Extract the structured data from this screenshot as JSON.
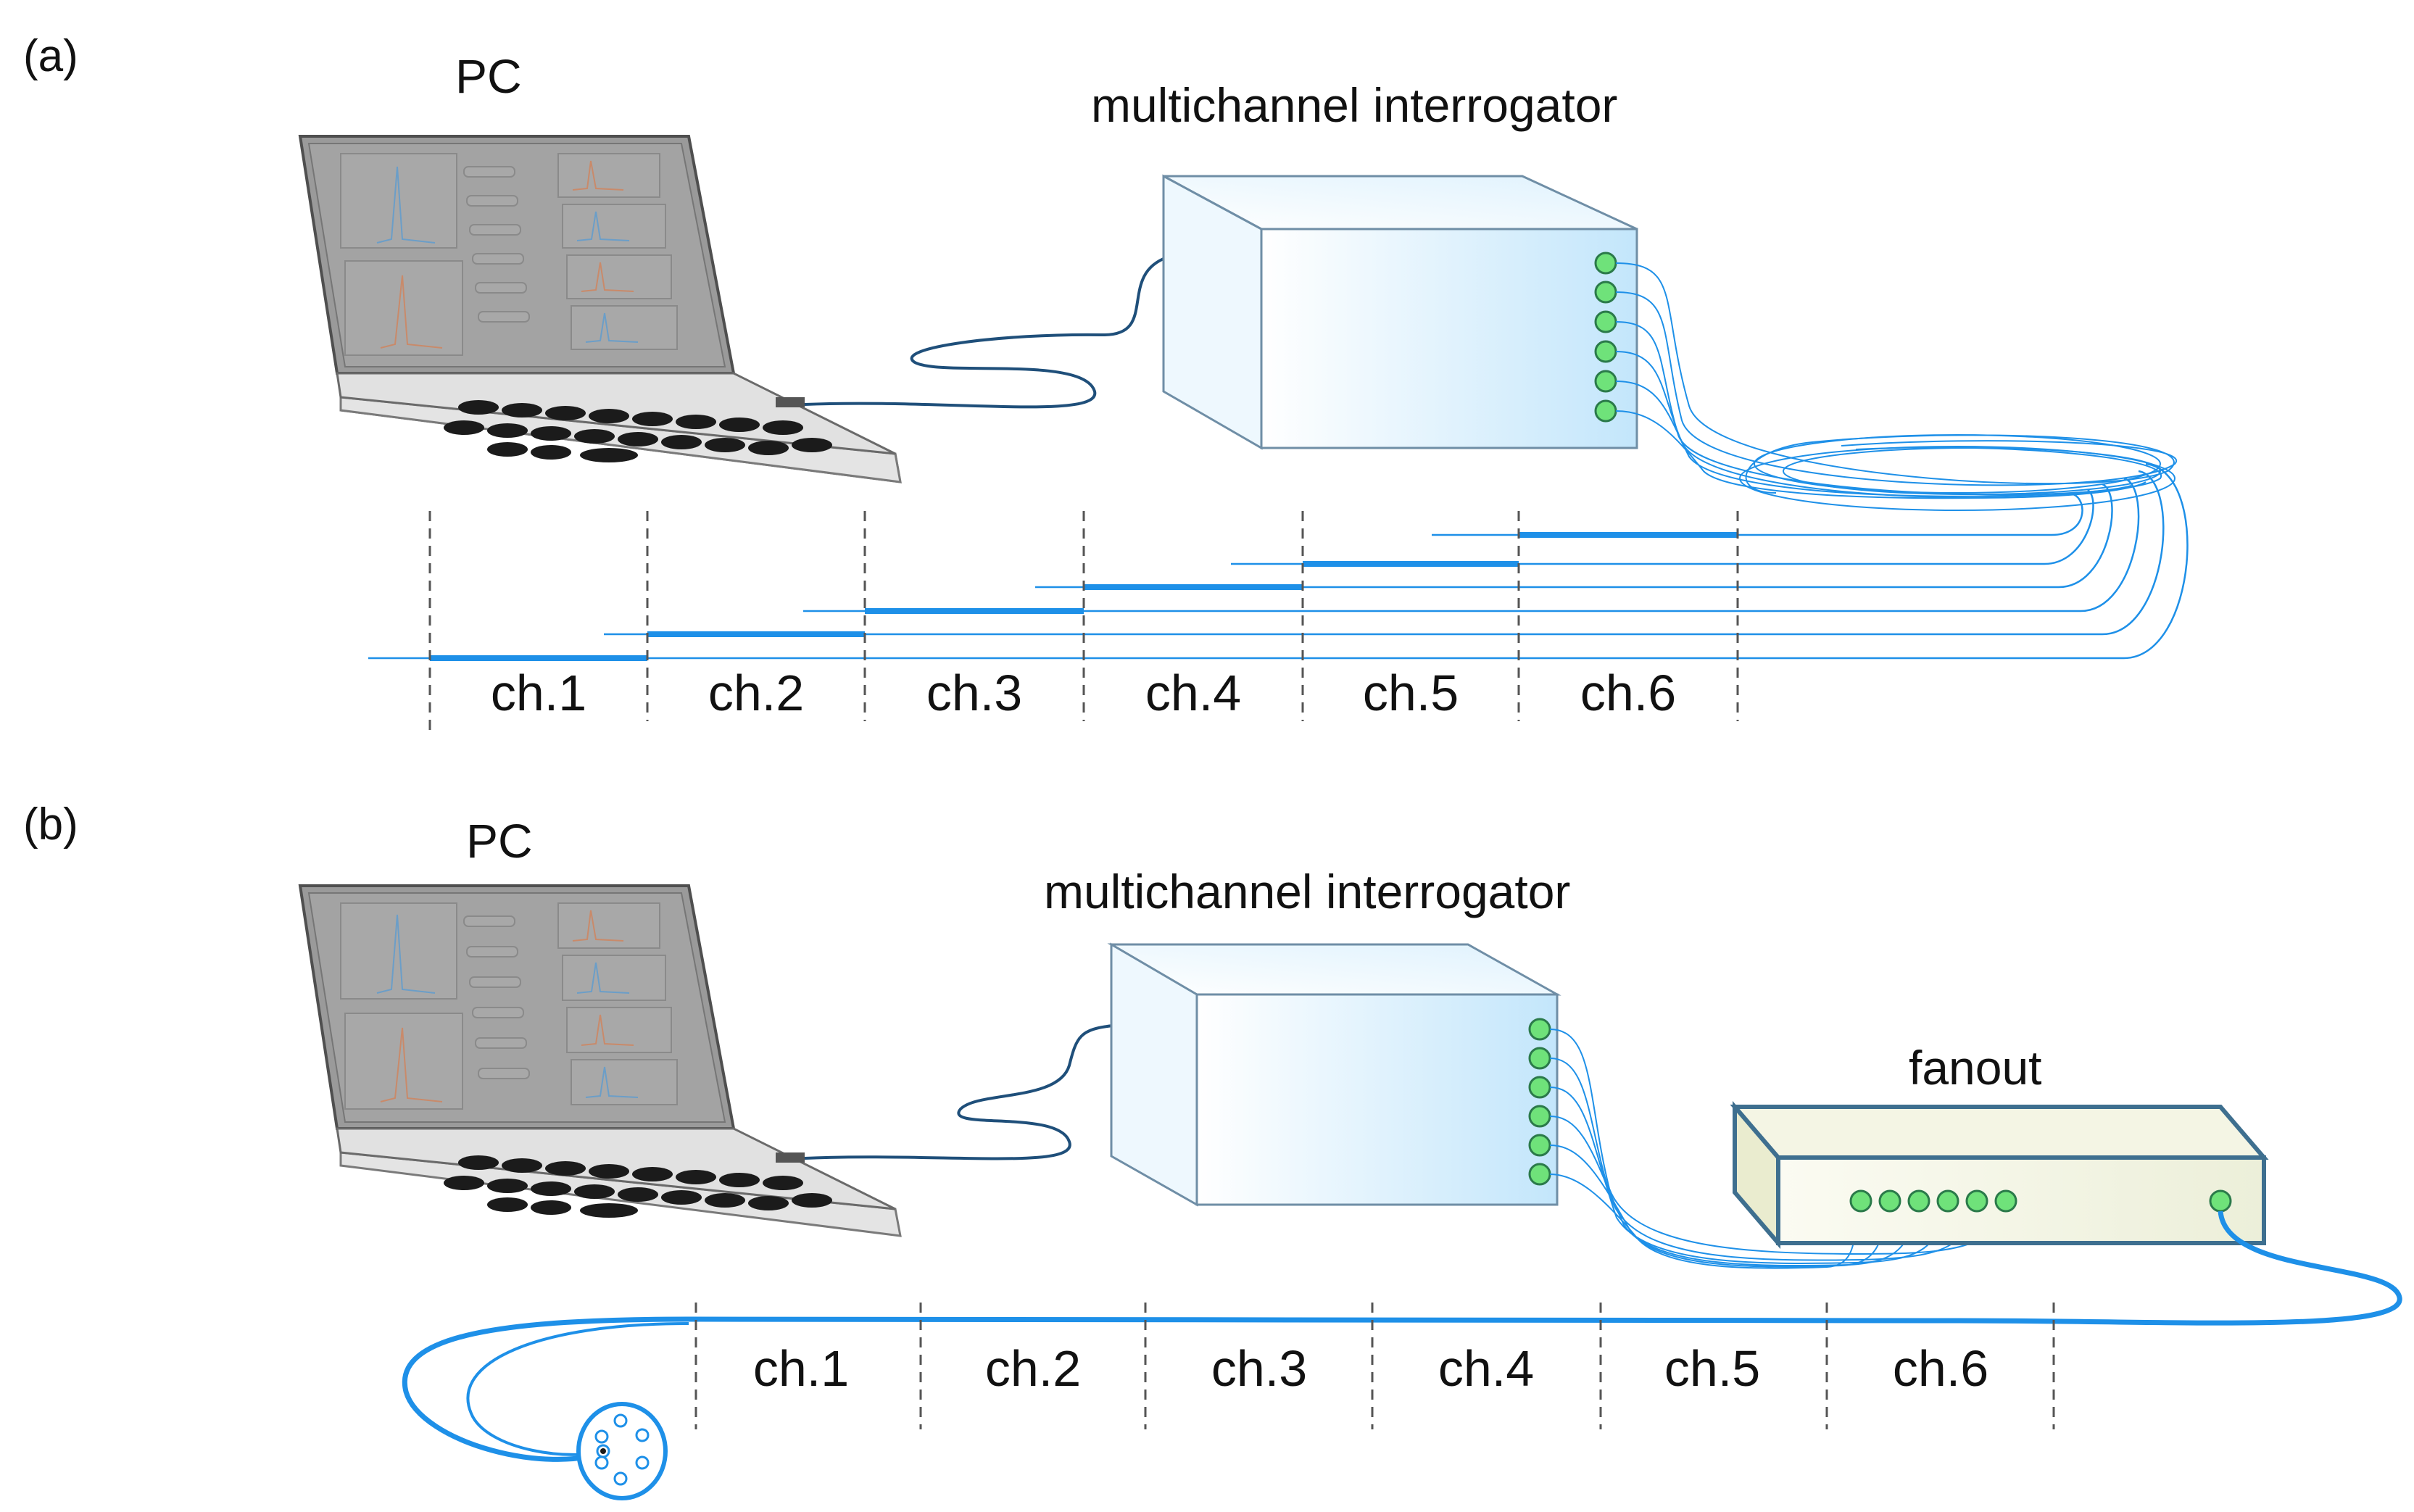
{
  "panels": {
    "a": {
      "label": "(a)",
      "pc_label": "PC",
      "interrogator_label": "multichannel interrogator",
      "channels": [
        "ch.1",
        "ch.2",
        "ch.3",
        "ch.4",
        "ch.5",
        "ch.6"
      ]
    },
    "b": {
      "label": "(b)",
      "pc_label": "PC",
      "interrogator_label": "multichannel interrogator",
      "fanout_label": "fanout",
      "channels": [
        "ch.1",
        "ch.2",
        "ch.3",
        "ch.4",
        "ch.5",
        "ch.6"
      ]
    }
  },
  "colors": {
    "fiber": "#1e90e8",
    "port": "#6fe27a",
    "box_front": "#cdeafc",
    "laptop": "#9b9b9b"
  }
}
